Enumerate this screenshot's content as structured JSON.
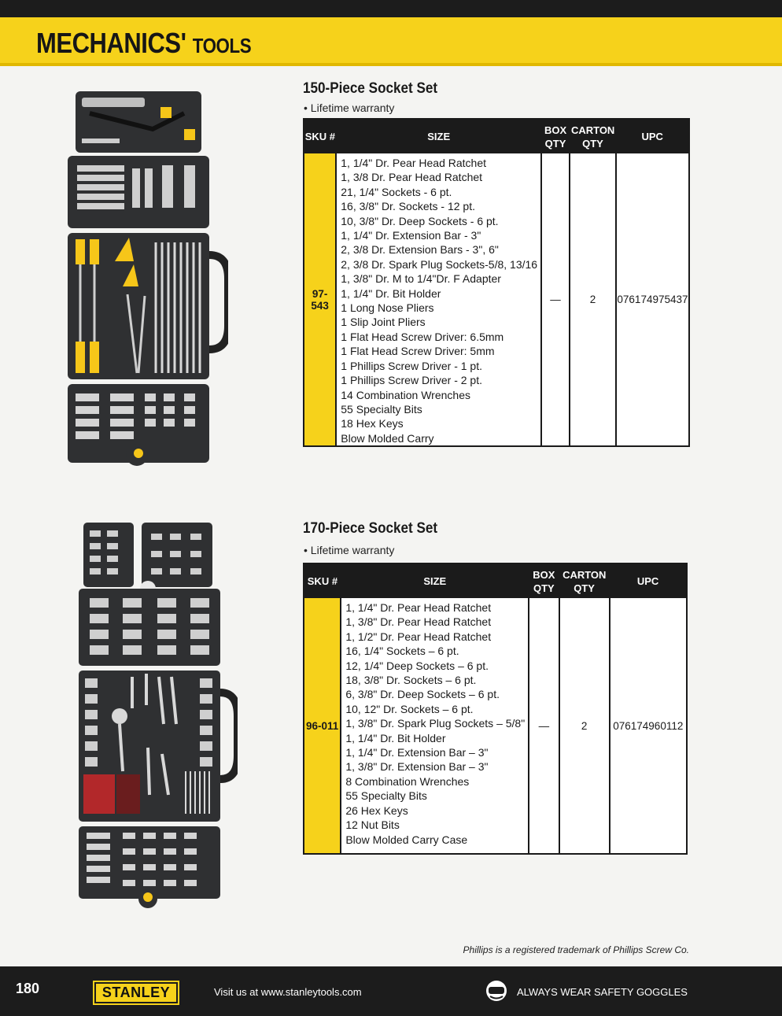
{
  "header": {
    "title_main": "MECHANICS'",
    "title_sub": "TOOLS"
  },
  "columns": {
    "sku": "SKU #",
    "size": "SIZE",
    "box_qty": "BOX QTY",
    "carton_qty": "CARTON QTY",
    "upc": "UPC"
  },
  "products": [
    {
      "title": "150-Piece Socket Set",
      "bullet": "Lifetime warranty",
      "sku": "97-543",
      "box_qty": "—",
      "carton_qty": "2",
      "upc": "076174975437",
      "items": [
        "1, 1/4\" Dr. Pear Head Ratchet",
        "1, 3/8 Dr. Pear Head Ratchet",
        "21, 1/4\" Sockets - 6 pt.",
        "16, 3/8\" Dr. Sockets - 12 pt.",
        "10, 3/8\" Dr. Deep Sockets - 6 pt.",
        "1, 1/4\" Dr. Extension Bar - 3\"",
        "2, 3/8 Dr. Extension Bars - 3\", 6\"",
        "2, 3/8 Dr. Spark Plug Sockets-5/8, 13/16",
        "1, 3/8\" Dr. M to 1/4\"Dr. F Adapter",
        "1, 1/4\" Dr. Bit Holder",
        "1 Long Nose Pliers",
        "1 Slip Joint Pliers",
        "1 Flat Head Screw Driver: 6.5mm",
        "1 Flat Head Screw Driver: 5mm",
        "1 Phillips Screw Driver - 1 pt.",
        "1 Phillips Screw Driver - 2 pt.",
        "14 Combination Wrenches",
        "55 Specialty Bits",
        "18 Hex Keys",
        "Blow Molded Carry"
      ]
    },
    {
      "title": "170-Piece Socket Set",
      "bullet": "Lifetime warranty",
      "sku": "96-011",
      "box_qty": "—",
      "carton_qty": "2",
      "upc": "076174960112",
      "items": [
        "1, 1/4\" Dr. Pear Head Ratchet",
        "1, 3/8\" Dr. Pear Head Ratchet",
        "1, 1/2\" Dr. Pear Head Ratchet",
        "16, 1/4\" Sockets – 6 pt.",
        "12, 1/4\" Deep Sockets – 6 pt.",
        "18, 3/8\" Dr. Sockets – 6 pt.",
        "6, 3/8\" Dr. Deep Sockets – 6 pt.",
        "10, 12\" Dr. Sockets – 6 pt.",
        "1, 3/8\" Dr. Spark Plug Sockets – 5/8\"",
        "1, 1/4\" Dr. Bit Holder",
        "1, 1/4\" Dr. Extension Bar – 3\"",
        "1, 3/8\" Dr. Extension Bar – 3\"",
        "8 Combination Wrenches",
        "55 Specialty Bits",
        "26 Hex Keys",
        "12 Nut Bits",
        "Blow Molded Carry Case"
      ]
    }
  ],
  "trademark": "Phillips is a registered trademark of Phillips Screw Co.",
  "footer": {
    "page_number": "180",
    "brand": "STANLEY",
    "visit": "Visit us at www.stanleytools.com",
    "safety": "ALWAYS WEAR SAFETY GOGGLES"
  },
  "colors": {
    "accent": "#f6d21b",
    "dark": "#1c1c1c"
  }
}
